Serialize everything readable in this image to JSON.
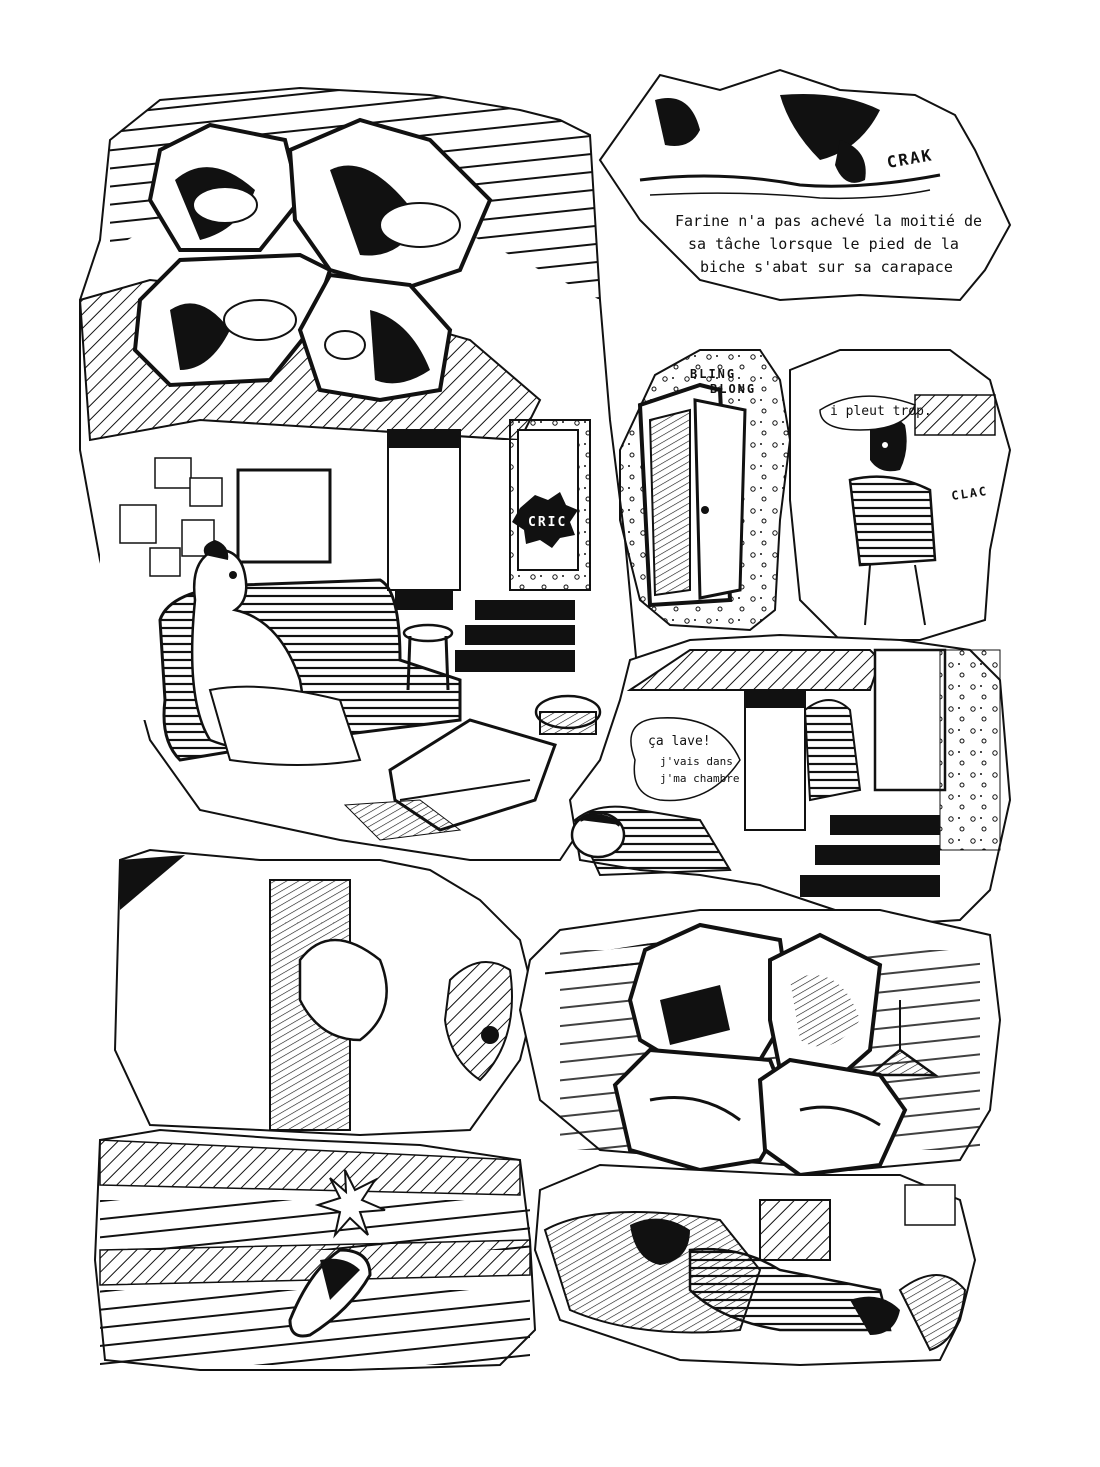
{
  "page": {
    "background": "#ffffff",
    "ink": "#111111"
  },
  "text": {
    "sfx_crak": "CRAK",
    "caption_line1": "Farine n'a pas achevé la moitié de",
    "caption_line2": "sa tâche lorsque le pied de la",
    "caption_line3": "biche s'abat sur sa carapace",
    "sfx_bling": "BLING",
    "sfx_blong": "BLONG",
    "sfx_cric": "CRIC",
    "speech_pleut": "i pleut trop.",
    "sfx_clac": "CLAC",
    "speech_ca_lave": "ça lave!",
    "speech_vais_line1": "j'vais dans",
    "speech_vais_line2": "j'ma chambre"
  },
  "icons": {
    "impact_star": "impact-star-icon",
    "lamp": "ceiling-lamp-icon"
  }
}
